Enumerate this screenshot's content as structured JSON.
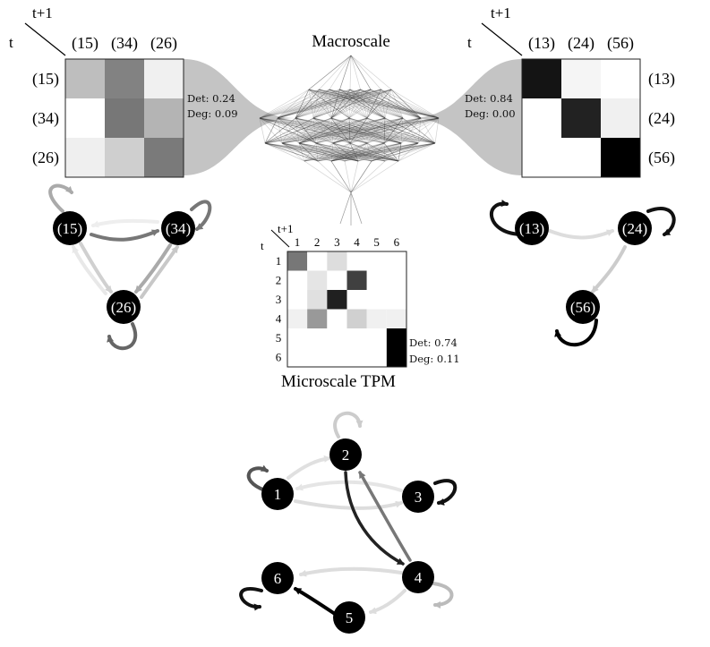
{
  "header": {
    "macroscale_title": "Macroscale",
    "microscale_title": "Microscale TPM"
  },
  "axis_labels": {
    "t": "t",
    "t_plus_1": "t+1"
  },
  "left_macro": {
    "states": [
      "(15)",
      "(34)",
      "(26)"
    ],
    "det_text": "Det: 0.24",
    "deg_text": "Deg: 0.09",
    "matrix_gray": [
      [
        "#bebebe",
        "#828282",
        "#f0f0f0"
      ],
      [
        "#ffffff",
        "#777777",
        "#b4b4b4"
      ],
      [
        "#efefef",
        "#cfcfcf",
        "#7a7a7a"
      ]
    ]
  },
  "right_macro": {
    "states": [
      "(13)",
      "(24)",
      "(56)"
    ],
    "det_text": "Det: 0.84",
    "deg_text": "Deg: 0.00",
    "matrix_gray": [
      [
        "#141414",
        "#f5f5f5",
        "#ffffff"
      ],
      [
        "#ffffff",
        "#222222",
        "#f0f0f0"
      ],
      [
        "#ffffff",
        "#ffffff",
        "#000000"
      ]
    ]
  },
  "micro": {
    "states": [
      "1",
      "2",
      "3",
      "4",
      "5",
      "6"
    ],
    "det_text": "Det: 0.74",
    "deg_text": "Deg: 0.11",
    "matrix_gray": [
      [
        "#777777",
        "#ffffff",
        "#dddddd",
        "#ffffff",
        "#ffffff",
        "#ffffff"
      ],
      [
        "#ffffff",
        "#e5e5e5",
        "#ffffff",
        "#404040",
        "#ffffff",
        "#ffffff"
      ],
      [
        "#ffffff",
        "#e0e0e0",
        "#202020",
        "#ffffff",
        "#ffffff",
        "#ffffff"
      ],
      [
        "#f0f0f0",
        "#999999",
        "#ffffff",
        "#d0d0d0",
        "#f0f0f0",
        "#f0f0f0"
      ],
      [
        "#ffffff",
        "#ffffff",
        "#ffffff",
        "#ffffff",
        "#ffffff",
        "#000000"
      ],
      [
        "#ffffff",
        "#ffffff",
        "#ffffff",
        "#ffffff",
        "#ffffff",
        "#000000"
      ]
    ]
  },
  "colors": {
    "node_fill": "#000000",
    "node_text": "#ffffff",
    "funnel_fill": "#bfbfbf"
  }
}
